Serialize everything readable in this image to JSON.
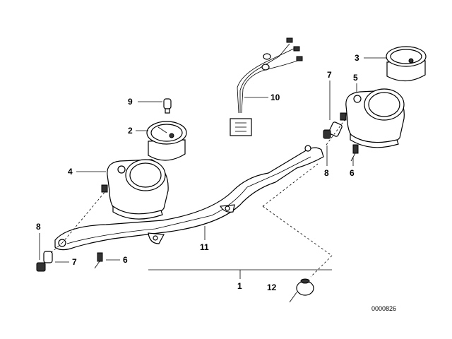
{
  "callouts": {
    "c1": "1",
    "c2": "2",
    "c3": "3",
    "c4": "4",
    "c5": "5",
    "c6a": "6",
    "c6b": "6",
    "c7a": "7",
    "c7b": "7",
    "c8a": "8",
    "c8b": "8",
    "c9": "9",
    "c10": "10",
    "c11": "11",
    "c12": "12"
  },
  "reference_number": "0000826"
}
